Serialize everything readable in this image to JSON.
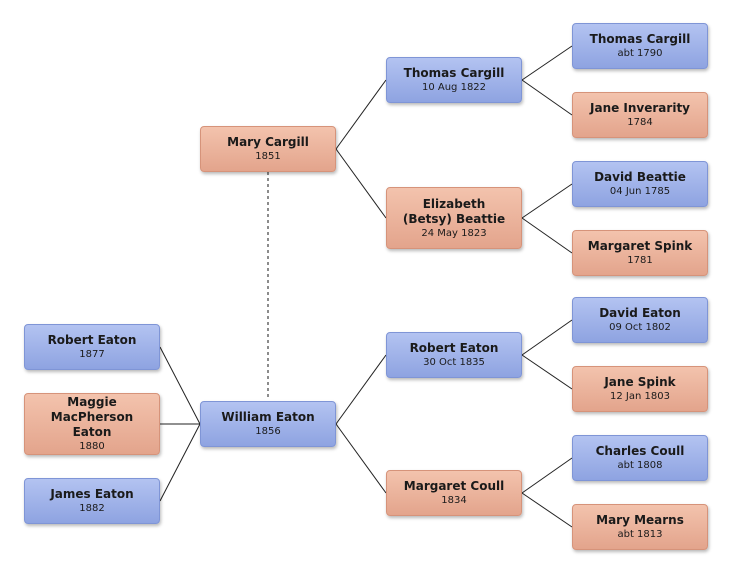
{
  "people": {
    "robert_eaton_child": {
      "name": "Robert Eaton",
      "date": "1877",
      "sex": "male"
    },
    "maggie": {
      "name": "Maggie MacPherson Eaton",
      "date": "1880",
      "sex": "female"
    },
    "james": {
      "name": "James Eaton",
      "date": "1882",
      "sex": "male"
    },
    "william": {
      "name": "William Eaton",
      "date": "1856",
      "sex": "male"
    },
    "mary": {
      "name": "Mary Cargill",
      "date": "1851",
      "sex": "female"
    },
    "thomas_1822": {
      "name": "Thomas Cargill",
      "date": "10 Aug 1822",
      "sex": "male"
    },
    "elizabeth": {
      "name": "Elizabeth (Betsy) Beattie",
      "date": "24 May 1823",
      "sex": "female"
    },
    "robert_1835": {
      "name": "Robert Eaton",
      "date": "30 Oct 1835",
      "sex": "male"
    },
    "margaret_coull": {
      "name": "Margaret Coull",
      "date": "1834",
      "sex": "female"
    },
    "thomas_1790": {
      "name": "Thomas Cargill",
      "date": "abt 1790",
      "sex": "male"
    },
    "jane_inverarity": {
      "name": "Jane Inverarity",
      "date": "1784",
      "sex": "female"
    },
    "david_beattie": {
      "name": "David Beattie",
      "date": "04 Jun 1785",
      "sex": "male"
    },
    "margaret_spink": {
      "name": "Margaret Spink",
      "date": "1781",
      "sex": "female"
    },
    "david_eaton": {
      "name": "David Eaton",
      "date": "09 Oct 1802",
      "sex": "male"
    },
    "jane_spink": {
      "name": "Jane Spink",
      "date": "12 Jan 1803",
      "sex": "female"
    },
    "charles_coull": {
      "name": "Charles Coull",
      "date": "abt 1808",
      "sex": "male"
    },
    "mary_mearns": {
      "name": "Mary Mearns",
      "date": "abt 1813",
      "sex": "female"
    }
  },
  "colors": {
    "male_fill": "#9fb2ea",
    "female_fill": "#ebb39b",
    "connector": "#222222",
    "spouse_link": "#666666"
  }
}
